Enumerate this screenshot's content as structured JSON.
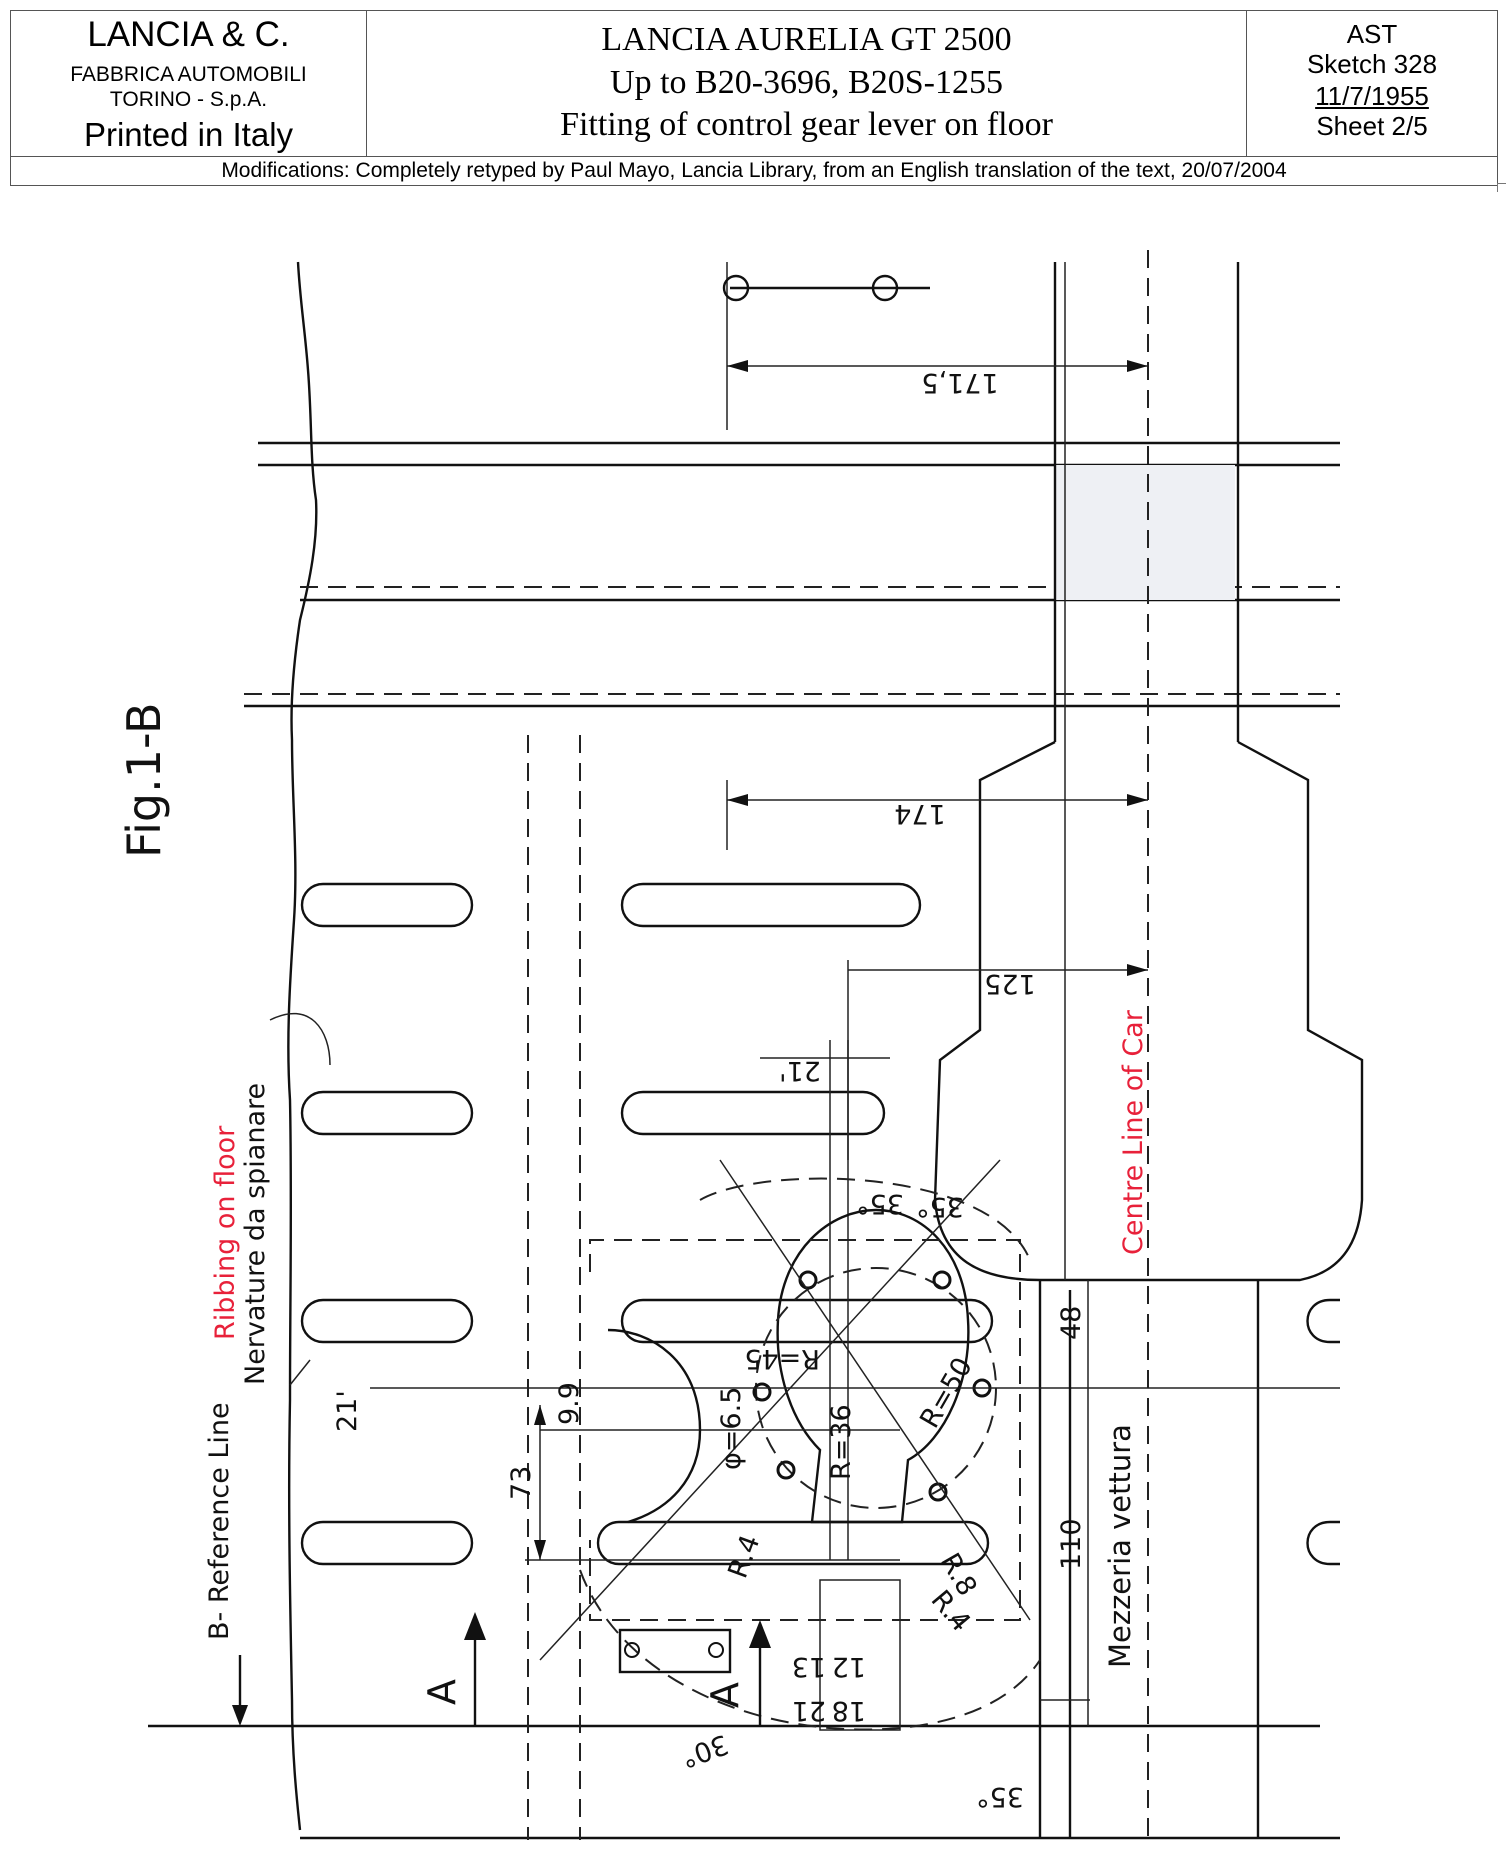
{
  "header": {
    "company": "LANCIA & C.",
    "factory": "FABBRICA AUTOMOBILI",
    "city": "TORINO - S.p.A.",
    "printed": "Printed in Italy",
    "model": "LANCIA AURELIA GT 2500",
    "range": "Up to B20-3696, B20S-1255",
    "subject": "Fitting of control gear lever on floor",
    "dept": "AST",
    "sketch": "Sketch 328",
    "date": "11/7/1955",
    "sheet": "Sheet 2/5",
    "modifications": "Modifications: Completely retyped by Paul Mayo, Lancia Library, from an English translation of the text, 20/07/2004"
  },
  "drawing": {
    "fig_label": "Fig.1-B",
    "ribbing_en": "Ribbing on floor",
    "ribbing_it": "Nervature da spianare",
    "reference_line": "B- Reference Line",
    "centre_line_en": "Centre Line of Car",
    "centre_line_it": "Mezzeria vettura",
    "section_a": "A",
    "dims": {
      "d1715": "171,5",
      "d174": "174",
      "d125": "125",
      "d21a": "21'",
      "d35a": "35°",
      "d35b": "35°",
      "d35c": "35°",
      "d30": "30°",
      "d48": "48",
      "d110": "110",
      "d73": "73",
      "d21b": "21'",
      "d99": "9.9",
      "r45": "R=45",
      "r36": "R=36",
      "r50": "R=50",
      "phi": "φ=6.5",
      "r8": "R.8",
      "r4a": "R.4",
      "r4b": "R.4",
      "d13": "13",
      "d12": "12",
      "d21c": "21",
      "d18": "18"
    }
  }
}
